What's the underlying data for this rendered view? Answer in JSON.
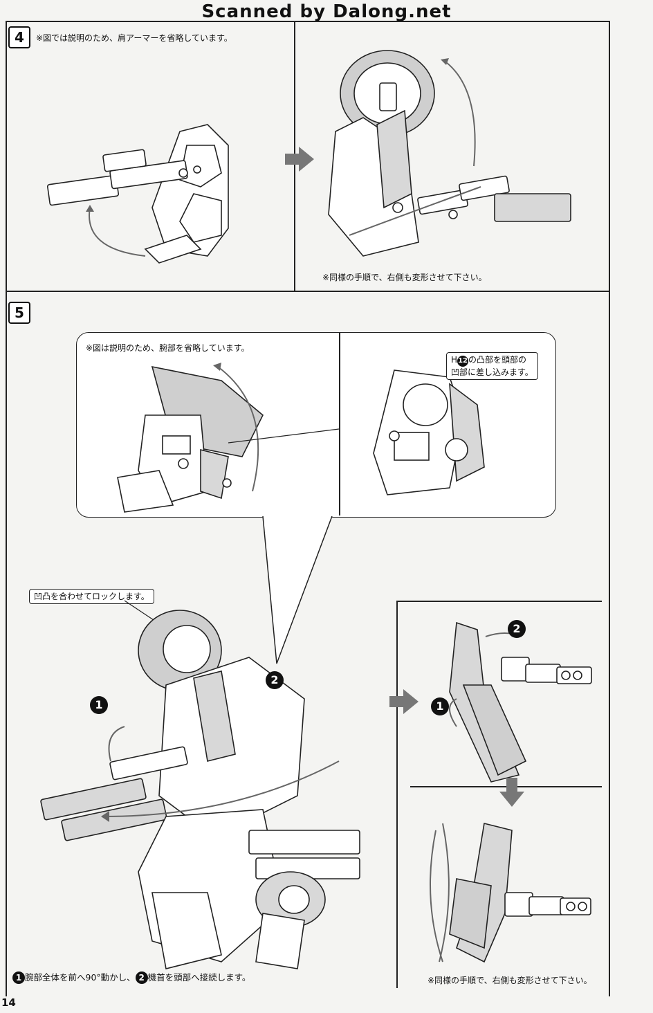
{
  "watermark": "Scanned by Dalong.net",
  "page_number": "14",
  "step4": {
    "number": "4",
    "note": "※図では説明のため、肩アーマーを省略しています。",
    "bottom_note": "※同様の手順で、右側も変形させて下さい。"
  },
  "step5": {
    "number": "5",
    "bubble_note": "※図は説明のため、腕部を省略しています。",
    "callout_h12": {
      "line1_prefix": "H",
      "part": "12",
      "line1_suffix": "の凸部を頭部の",
      "line2": "凹部に差し込みます。"
    },
    "callout_lock": "凹凸を合わせてロックします。",
    "marker1": "1",
    "marker2": "2",
    "instruction": {
      "marker1": "1",
      "text1": "腕部全体を前へ90°動かし、",
      "marker2": "2",
      "text2": "機首を頭部へ接続します。"
    },
    "bottom_right_note": "※同様の手順で、右側も変形させて下さい。"
  }
}
